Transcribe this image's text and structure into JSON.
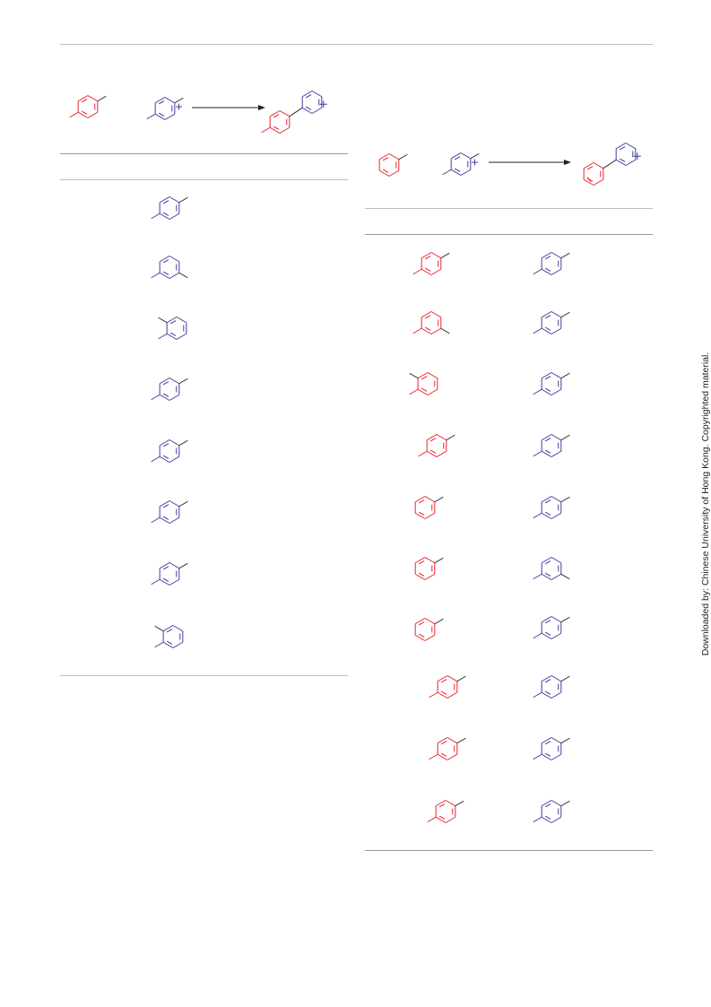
{
  "colors": {
    "red": "#e8222c",
    "blue": "#3c3c9c",
    "black": "#222222",
    "rule": "#9a9a9a"
  },
  "side_note": "Downloaded by: Chinese University of Hong Kong. Copyrighted material.",
  "left_table": {
    "scheme": {
      "reactant_red": "para-substituted-benzene",
      "reactant_blue": "substituted-benzene",
      "product": "biaryl"
    },
    "rows": [
      {
        "blue": "para"
      },
      {
        "blue": "meta"
      },
      {
        "blue": "ortho"
      },
      {
        "blue": "para"
      },
      {
        "blue": "para"
      },
      {
        "blue": "para"
      },
      {
        "blue": "para"
      },
      {
        "blue": "ortho"
      }
    ]
  },
  "right_table": {
    "scheme": {
      "reactant_red": "monosubstituted-benzene",
      "reactant_blue": "substituted-benzene",
      "product": "biaryl"
    },
    "rows": [
      {
        "red": "para",
        "blue": "para"
      },
      {
        "red": "meta",
        "blue": "para"
      },
      {
        "red": "ortho",
        "blue": "para"
      },
      {
        "red": "para",
        "blue": "para"
      },
      {
        "red": "mono",
        "blue": "para"
      },
      {
        "red": "mono",
        "blue": "meta"
      },
      {
        "red": "mono",
        "blue": "para"
      },
      {
        "red": "para",
        "blue": "para"
      },
      {
        "red": "para",
        "blue": "para"
      },
      {
        "red": "para",
        "blue": "para"
      }
    ]
  }
}
